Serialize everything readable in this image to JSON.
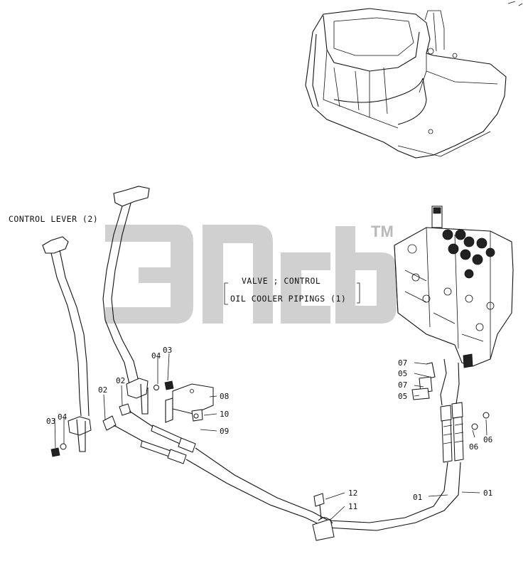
{
  "labels": {
    "control_lever": "CONTROL LEVER (2)",
    "valve_line1": "VALVE ; CONTROL",
    "valve_line2": "OIL COOLER PIPINGS (1)",
    "watermark_tm": "TM"
  },
  "part_numbers": {
    "p01_a": "01",
    "p01_b": "01",
    "p02_a": "02",
    "p02_b": "02",
    "p03_a": "03",
    "p03_b": "03",
    "p04_a": "04",
    "p04_b": "04",
    "p05_a": "05",
    "p05_b": "05",
    "p06_a": "06",
    "p06_b": "06",
    "p07_a": "07",
    "p07_b": "07",
    "p08": "08",
    "p09": "09",
    "p10": "10",
    "p11": "11",
    "p12": "12"
  }
}
